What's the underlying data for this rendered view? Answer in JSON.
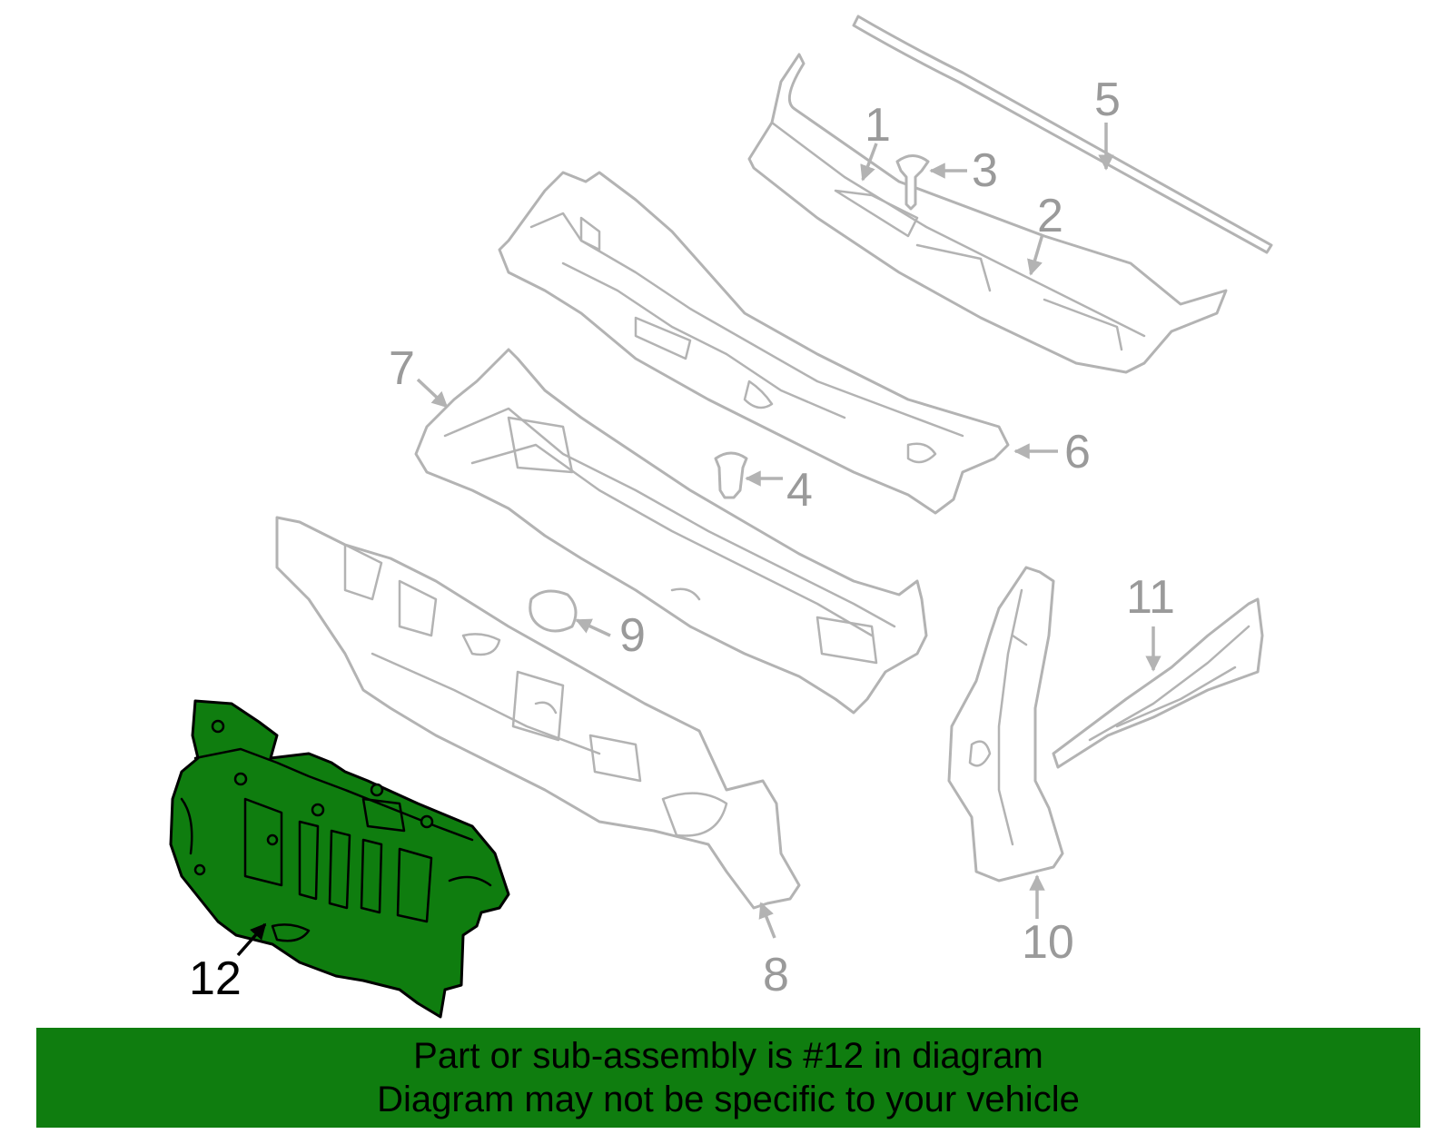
{
  "diagram": {
    "highlighted_part": "12",
    "highlight_color": "#0f7d0f",
    "outline_color": "#b3b3b3",
    "callouts": {
      "c1": "1",
      "c2": "2",
      "c3": "3",
      "c4": "4",
      "c5": "5",
      "c6": "6",
      "c7": "7",
      "c8": "8",
      "c9": "9",
      "c10": "10",
      "c11": "11",
      "c12": "12"
    }
  },
  "banner": {
    "line1": "Part or sub-assembly is #12 in diagram",
    "line2": "Diagram may not be specific to your vehicle",
    "background": "#0f7d0f"
  }
}
